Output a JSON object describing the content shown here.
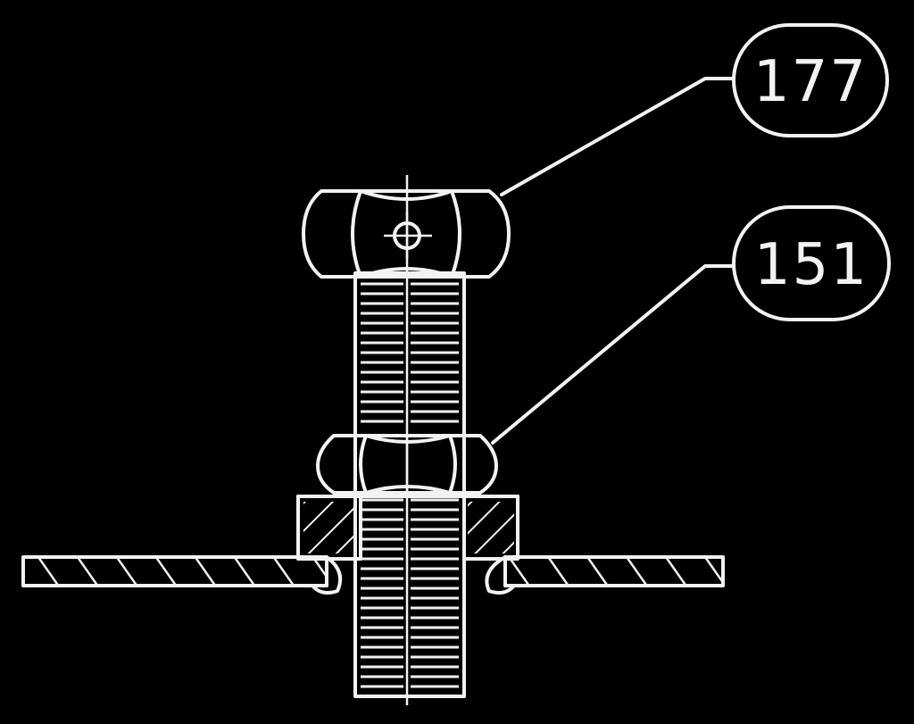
{
  "figure": {
    "background": "#000000",
    "line_color": "#f2f2f2",
    "callouts": [
      {
        "id": "upper-nut",
        "label": "177"
      },
      {
        "id": "lower-nut",
        "label": "151"
      }
    ]
  }
}
